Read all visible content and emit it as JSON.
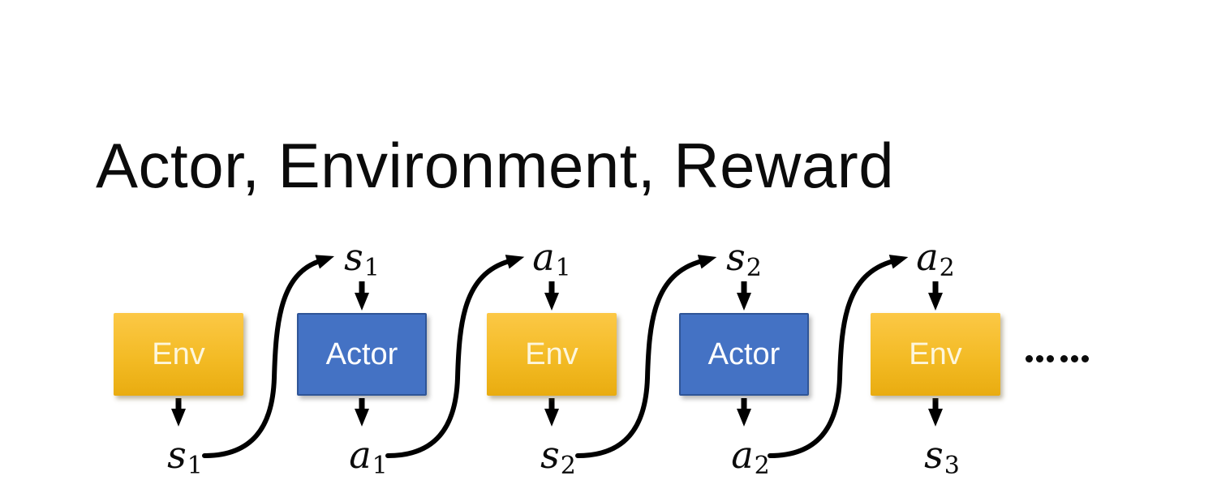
{
  "title": "Actor, Environment, Reward",
  "diagram": {
    "boxes": [
      {
        "label": "Env"
      },
      {
        "label": "Actor"
      },
      {
        "label": "Env"
      },
      {
        "label": "Actor"
      },
      {
        "label": "Env"
      }
    ],
    "top_labels": [
      {
        "base": "s",
        "sub": "1"
      },
      {
        "base": "a",
        "sub": "1"
      },
      {
        "base": "s",
        "sub": "2"
      },
      {
        "base": "a",
        "sub": "2"
      }
    ],
    "bottom_labels": [
      {
        "base": "s",
        "sub": "1"
      },
      {
        "base": "a",
        "sub": "1"
      },
      {
        "base": "s",
        "sub": "2"
      },
      {
        "base": "a",
        "sub": "2"
      },
      {
        "base": "s",
        "sub": "3"
      }
    ],
    "ellipsis": "……",
    "colors": {
      "title_text": "#0B0B0B",
      "env_gradient_top": "#FCC846",
      "env_gradient_bottom": "#E9AC10",
      "env_text": "#FDF6DC",
      "actor_fill": "#4472C4",
      "actor_border": "#2F5597",
      "actor_text": "#FFFFFF",
      "arrow": "#000000"
    }
  }
}
